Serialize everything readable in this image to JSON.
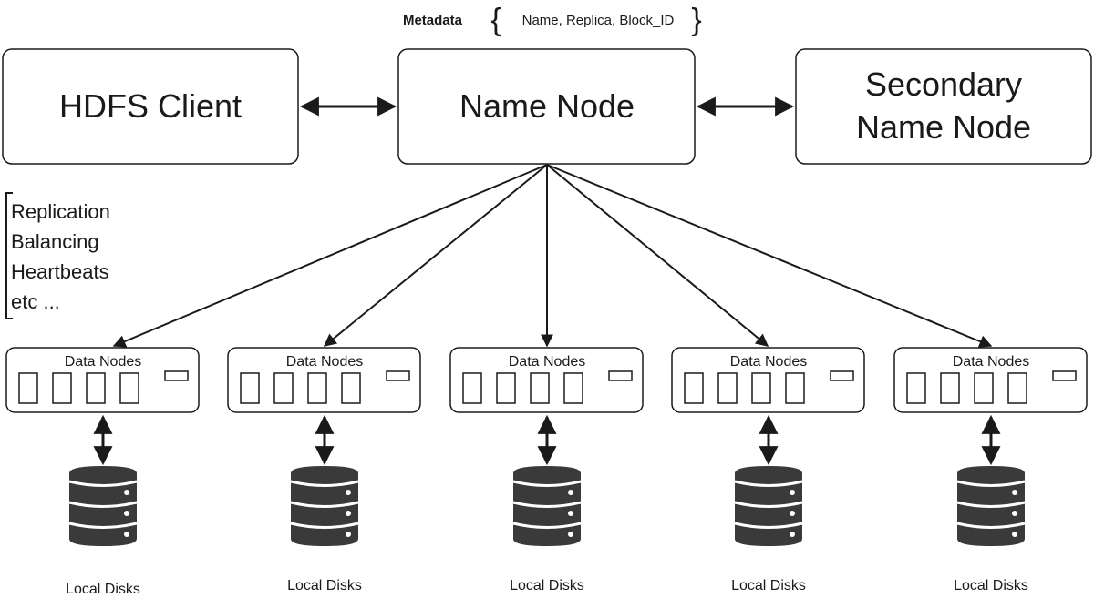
{
  "metadata": {
    "label": "Metadata",
    "brace_open": "{",
    "fields": "Name, Replica, Block_ID",
    "brace_close": "}"
  },
  "nodes": {
    "hdfs_client": "HDFS Client",
    "name_node": "Name Node",
    "secondary_line1": "Secondary",
    "secondary_line2": "Name Node"
  },
  "tasks": [
    "Replication",
    "Balancing",
    "Heartbeats",
    "etc ..."
  ],
  "data_nodes": [
    {
      "label": "Data Nodes",
      "disk_label": "Local Disks"
    },
    {
      "label": "Data Nodes",
      "disk_label": "Local Disks"
    },
    {
      "label": "Data Nodes",
      "disk_label": "Local Disks"
    },
    {
      "label": "Data Nodes",
      "disk_label": "Local Disks"
    },
    {
      "label": "Data Nodes",
      "disk_label": "Local Disks"
    }
  ],
  "colors": {
    "stroke": "#1a1a1a",
    "disk_fill": "#3a3a3a",
    "background": "#ffffff"
  }
}
